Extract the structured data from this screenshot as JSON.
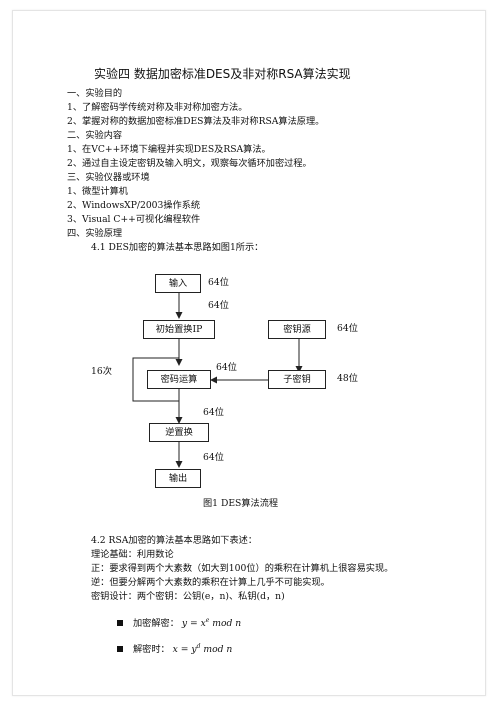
{
  "title": "实验四   数据加密标准DES及非对称RSA算法实现",
  "s1": {
    "heading": "一、实验目的",
    "items": [
      "1、了解密码学传统对称及非对称加密方法。",
      "2、掌握对称的数据加密标准DES算法及非对称RSA算法原理。"
    ]
  },
  "s2": {
    "heading": "二、实验内容",
    "items": [
      "1、在VC++环境下编程并实现DES及RSA算法。",
      "2、通过自主设定密钥及输入明文，观察每次循环加密过程。"
    ]
  },
  "s3": {
    "heading": "三、实验仪器或环境",
    "items": [
      "1、微型计算机",
      "2、WindowsXP/2003操作系统",
      "3、Visual C++可视化编程软件"
    ]
  },
  "s4": {
    "heading": "四、实验原理",
    "des_intro": "4.1    DES加密的算法基本思路如图1所示："
  },
  "diagram": {
    "input": "输入",
    "initial_perm": "初始置换IP",
    "key_source": "密钥源",
    "cipher_op": "密码运算",
    "subkey": "子密钥",
    "inverse_perm": "逆置换",
    "output": "输出",
    "l_64_input": "64位",
    "l_64_ip": "64位",
    "l_64_key": "64位",
    "l_64_mid": "64位",
    "l_48": "48位",
    "l_64_cipher": "64位",
    "l_64_inv": "64位",
    "l_16": "16次",
    "caption": "图1      DES算法流程"
  },
  "rsa": {
    "intro": "4.2    RSA加密的算法基本思路如下表述：",
    "basis": "理论基础：利用数论",
    "forward": "正：要求得到两个大素数（如大到100位）的乘积在计算机上很容易实现。",
    "reverse": "逆：但要分解两个大素数的乘积在计算上几乎不可能实现。",
    "keydesign": "密钥设计：两个密钥：公钥(e，n)、私钥(d，n)",
    "enc_label": "加密解密：",
    "dec_label": "解密时："
  }
}
